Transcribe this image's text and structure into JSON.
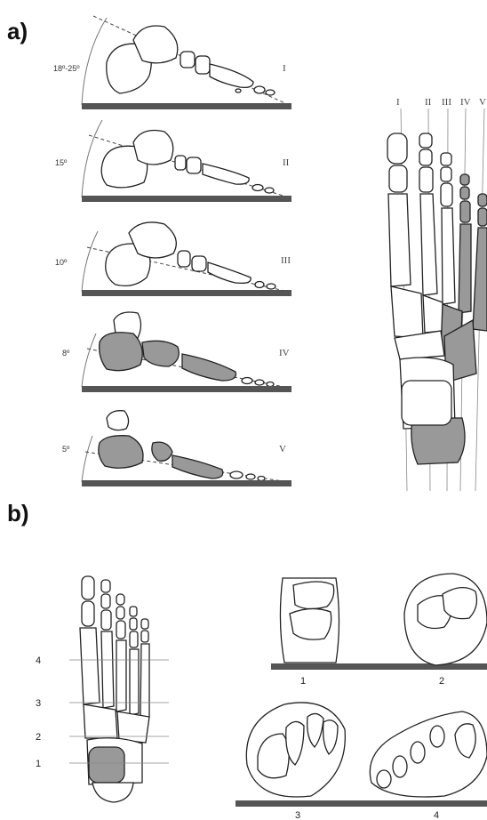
{
  "panel_a": {
    "label": "a)",
    "rays": [
      {
        "angle": "18º-25º",
        "numeral": "I"
      },
      {
        "angle": "15º",
        "numeral": "II"
      },
      {
        "angle": "10º",
        "numeral": "III"
      },
      {
        "angle": "8º",
        "numeral": "IV"
      },
      {
        "angle": "5º",
        "numeral": "V"
      }
    ],
    "top_view_numerals": [
      "I",
      "II",
      "III",
      "IV",
      "V"
    ]
  },
  "panel_b": {
    "label": "b)",
    "levels": [
      "4",
      "3",
      "2",
      "1"
    ],
    "sections": [
      "1",
      "2",
      "3",
      "4"
    ]
  },
  "colors": {
    "bone_fill": "#ffffff",
    "shaded_fill": "#999999",
    "ground": "#555555"
  }
}
